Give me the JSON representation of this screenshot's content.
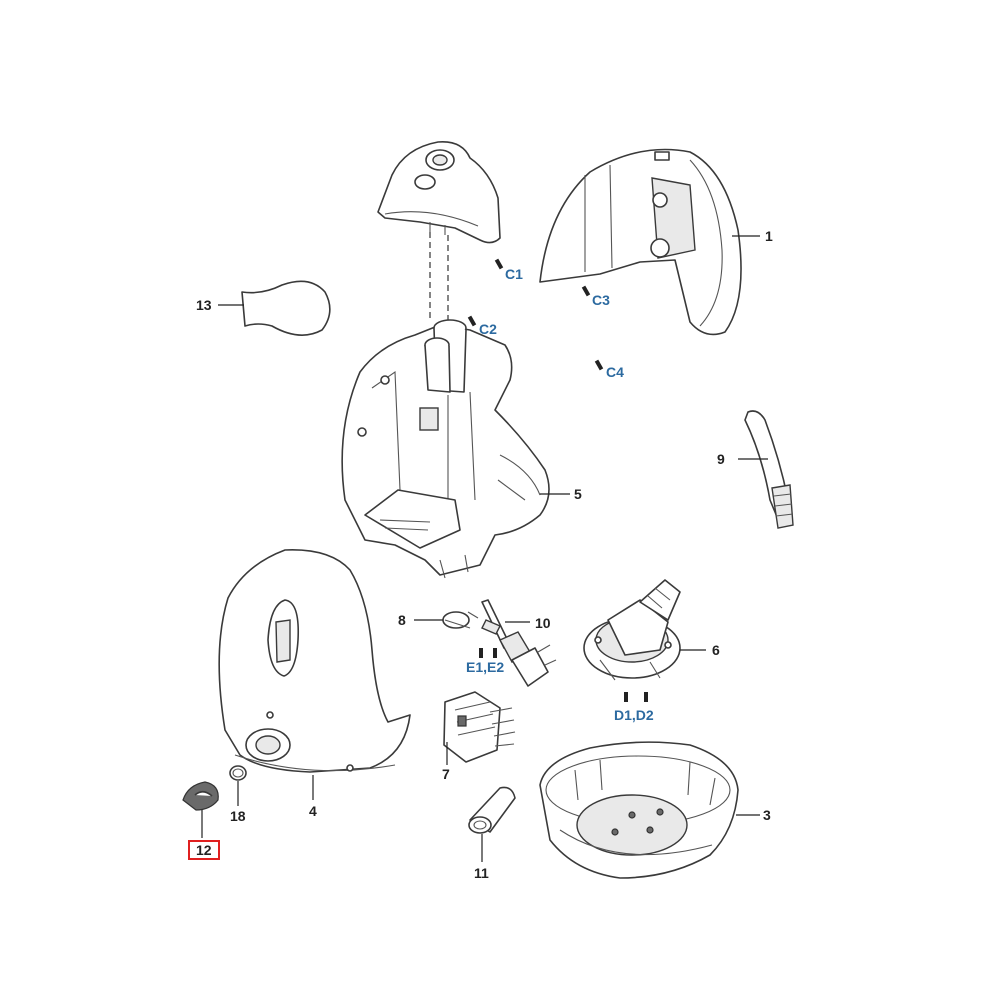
{
  "parts": [
    {
      "id": "p1",
      "label": "1"
    },
    {
      "id": "p3",
      "label": "3"
    },
    {
      "id": "p4",
      "label": "4"
    },
    {
      "id": "p5",
      "label": "5"
    },
    {
      "id": "p6",
      "label": "6"
    },
    {
      "id": "p7",
      "label": "7"
    },
    {
      "id": "p8",
      "label": "8"
    },
    {
      "id": "p9",
      "label": "9"
    },
    {
      "id": "p10",
      "label": "10"
    },
    {
      "id": "p11",
      "label": "11"
    },
    {
      "id": "p12",
      "label": "12",
      "highlighted": true
    },
    {
      "id": "p13",
      "label": "13"
    },
    {
      "id": "p18",
      "label": "18"
    }
  ],
  "screws": {
    "c1": "C1",
    "c2": "C2",
    "c3": "C3",
    "c4": "C4",
    "e": "E1,E2",
    "d": "D1,D2"
  },
  "colors": {
    "line": "#3a3a3a",
    "screw_label": "#2c6aa0",
    "highlight_box": "#e02020"
  }
}
